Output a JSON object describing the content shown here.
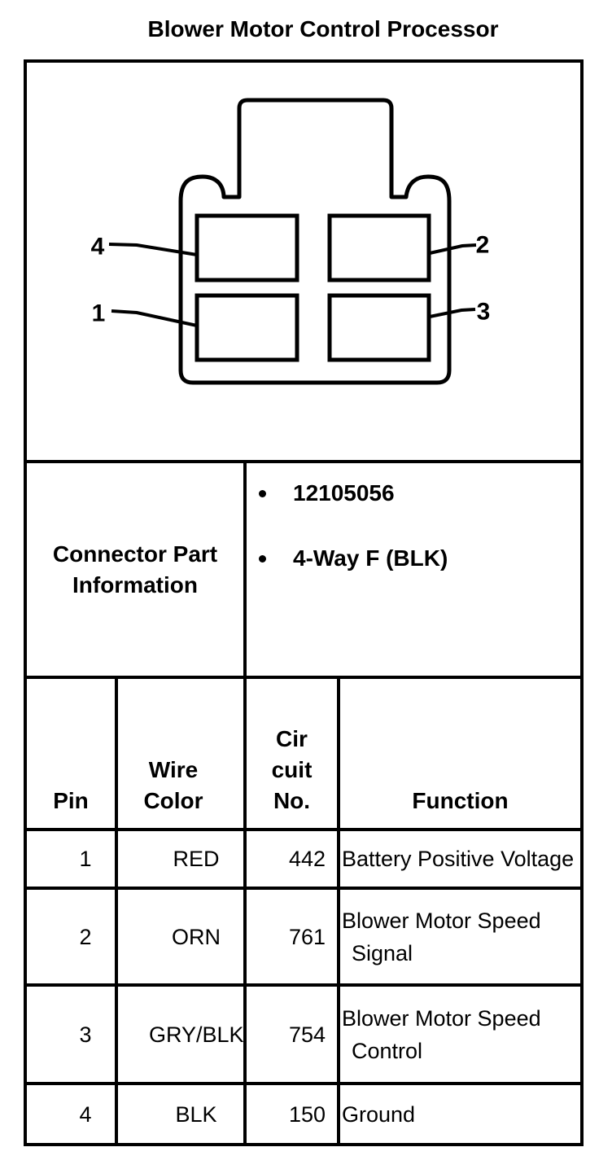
{
  "title": "Blower Motor Control Processor",
  "diagram": {
    "labels": {
      "top_left": "4",
      "top_right": "2",
      "bottom_left": "1",
      "bottom_right": "3"
    }
  },
  "connector_part_information": {
    "heading_line1": "Connector Part",
    "heading_line2": "Information",
    "items": [
      "12105056",
      "4-Way F (BLK)"
    ]
  },
  "table": {
    "headers": {
      "pin": "Pin",
      "wire_color_line1": "Wire",
      "wire_color_line2": "Color",
      "circuit_line1": "Cir",
      "circuit_line2": "cuit",
      "circuit_line3": "No.",
      "function": "Function"
    },
    "rows": [
      {
        "pin": "1",
        "wire_color": "RED",
        "circuit_no": "442",
        "function_line1": "Battery Positive Voltage",
        "function_line2": ""
      },
      {
        "pin": "2",
        "wire_color": "ORN",
        "circuit_no": "761",
        "function_line1": "Blower Motor Speed",
        "function_line2": "Signal"
      },
      {
        "pin": "3",
        "wire_color": "GRY/BLK",
        "circuit_no": "754",
        "function_line1": "Blower Motor Speed",
        "function_line2": "Control"
      },
      {
        "pin": "4",
        "wire_color": "BLK",
        "circuit_no": "150",
        "function_line1": "Ground",
        "function_line2": ""
      }
    ]
  }
}
